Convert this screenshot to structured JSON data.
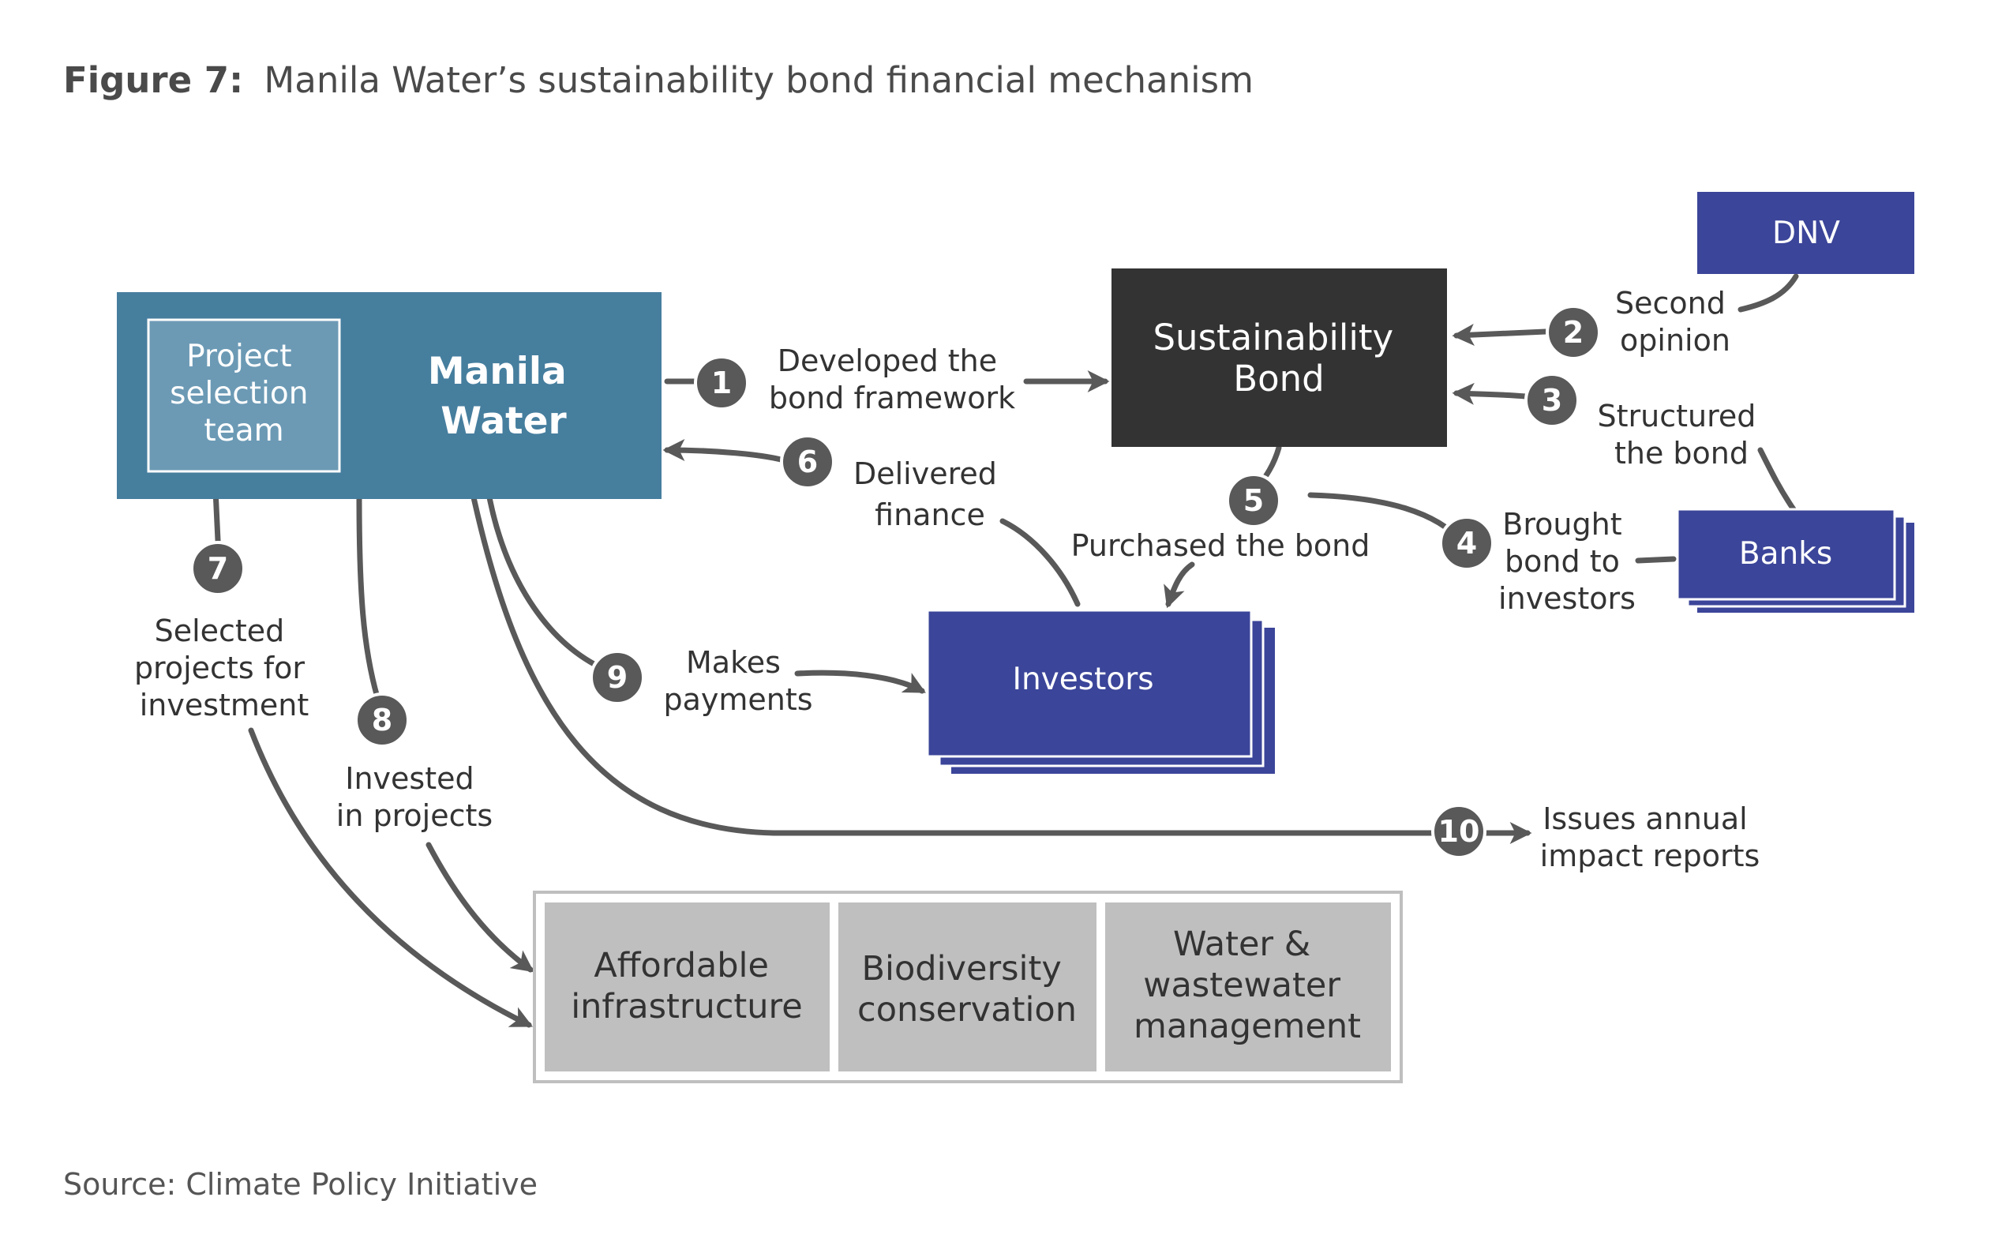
{
  "title": {
    "prefix": "Figure 7:",
    "text": "Manila Water’s sustainability bond financial mechanism"
  },
  "source": "Source: Climate Policy Initiative",
  "colors": {
    "teal": "#467e9e",
    "teal_light": "#6c9ab5",
    "navy": "#3b4599",
    "dark": "#333333",
    "arrow": "#595959",
    "gray_box": "#bfbfbf"
  },
  "nodes": {
    "manila_water": [
      "Manila",
      "Water"
    ],
    "project_team": [
      "Project",
      "selection",
      "team"
    ],
    "sustainability_bond": [
      "Sustainability",
      "Bond"
    ],
    "dnv": [
      "DNV"
    ],
    "banks": [
      "Banks"
    ],
    "investors": [
      "Investors"
    ]
  },
  "categories": [
    [
      "Affordable",
      "infrastructure"
    ],
    [
      "Biodiversity",
      "conservation"
    ],
    [
      "Water &",
      "wastewater",
      "management"
    ]
  ],
  "steps": [
    {
      "num": "1",
      "label": [
        "Developed the",
        "bond framework"
      ]
    },
    {
      "num": "2",
      "label": [
        "Second",
        "opinion"
      ]
    },
    {
      "num": "3",
      "label": [
        "Structured",
        "the bond"
      ]
    },
    {
      "num": "4",
      "label": [
        "Brought",
        "bond to",
        "investors"
      ]
    },
    {
      "num": "5",
      "label": [
        "Purchased the bond"
      ]
    },
    {
      "num": "6",
      "label": [
        "Delivered",
        "finance"
      ]
    },
    {
      "num": "7",
      "label": [
        "Selected",
        "projects for",
        "investment"
      ]
    },
    {
      "num": "8",
      "label": [
        "Invested",
        "in projects"
      ]
    },
    {
      "num": "9",
      "label": [
        "Makes",
        "payments"
      ]
    },
    {
      "num": "10",
      "label": [
        "Issues annual",
        "impact reports"
      ]
    }
  ]
}
